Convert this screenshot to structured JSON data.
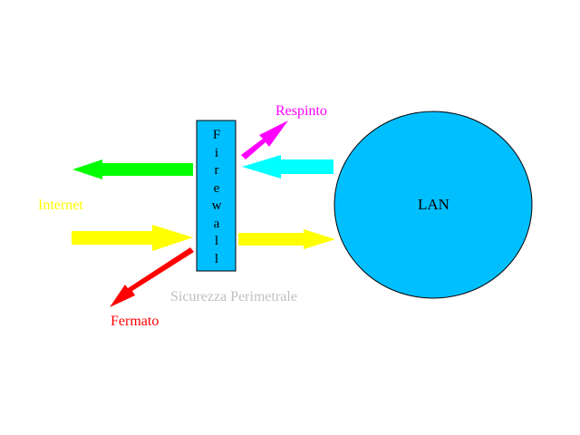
{
  "diagram": {
    "title": "Sicurezza Perimetrale",
    "nodes": {
      "firewall": {
        "label": "Firewall",
        "letters": [
          "F",
          "i",
          "r",
          "e",
          "w",
          "a",
          "l",
          "l"
        ]
      },
      "lan": {
        "label": "LAN"
      },
      "internet": {
        "label": "Internet"
      }
    },
    "outcomes": {
      "rejected": "Respinto",
      "stopped": "Fermato"
    },
    "colors": {
      "box_fill": "#00bfff",
      "lan_fill": "#00bfff",
      "outbound_arrow": "#00ff00",
      "inbound_arrow": "#ffff00",
      "lan_outbound_arrow": "#00ffff",
      "rejected_arrow": "#ff00ff",
      "stopped_arrow": "#ff0000",
      "title_color": "#c0c0c0",
      "internet_color": "#ffff00"
    }
  }
}
